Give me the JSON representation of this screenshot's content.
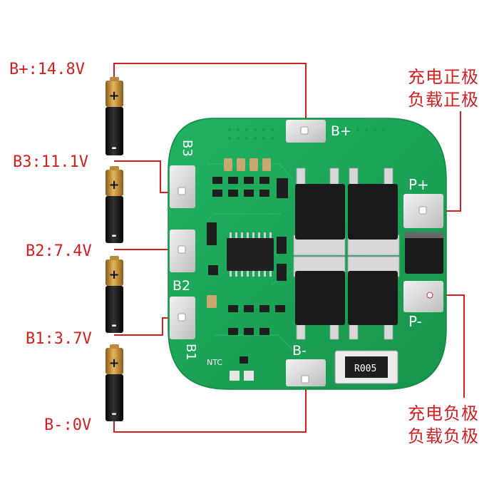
{
  "voltage_labels": {
    "b_plus": "B+:14.8V",
    "b3": "B3:11.1V",
    "b2": "B2:7.4V",
    "b1": "B1:3.7V",
    "b_minus": "B-:0V"
  },
  "annotations": {
    "positive_line1": "充电正极",
    "positive_line2": "负载正极",
    "negative_line1": "充电负极",
    "negative_line2": "负载负极"
  },
  "board_silkscreen": {
    "b_plus_pad": "B+",
    "b3_pad": "B3",
    "b2_pad": "B2",
    "b1_pad": "B1",
    "b_minus_pad": "B-",
    "p_plus_pad": "P+",
    "p_minus_pad": "P-",
    "ntc": "NTC",
    "shunt": "R005"
  },
  "battery_symbols": {
    "plus": "+",
    "minus": "-"
  },
  "colors": {
    "wire": "#d21f1f",
    "pcb": "#1fa85a",
    "battery_cap": "#c8933a",
    "battery_body": "#151515"
  }
}
